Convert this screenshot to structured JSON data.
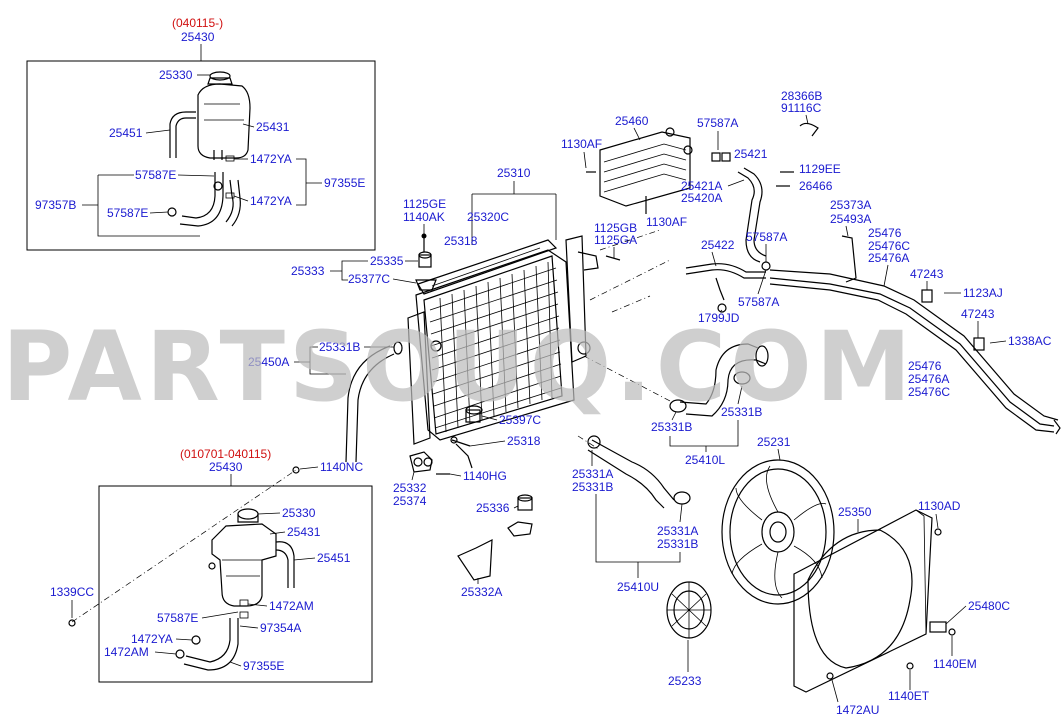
{
  "watermark": "PARTSOUQ.COM",
  "groups": {
    "top_range": "(040115-)",
    "top_code": "25430",
    "bottom_range": "(010701-040115)",
    "bottom_code": "25430"
  },
  "labels": {
    "t_25330": "25330",
    "t_25451": "25451",
    "t_25431": "25431",
    "t_57587E_a": "57587E",
    "t_1472YA_a": "1472YA",
    "t_97355E_top": "97355E",
    "t_97357B": "97357B",
    "t_57587E_b": "57587E",
    "t_1472YA_b": "1472YA",
    "l_25333": "25333",
    "l_25335": "25335",
    "l_25377C": "25377C",
    "l_1125GE": "1125GE",
    "l_1140AK": "1140AK",
    "l_25310": "25310",
    "l_25320C": "25320C",
    "l_25318_top": "25318",
    "l_1125GB": "1125GB",
    "l_1125GA": "1125GA",
    "l_1130AF_a": "1130AF",
    "l_25460": "25460",
    "l_1130AF_b": "1130AF",
    "l_57587A_a": "57587A",
    "l_25421": "25421",
    "l_25421A": "25421A",
    "l_25420A": "25420A",
    "l_28366B": "28366B",
    "l_91116C": "91116C",
    "l_1129EE": "1129EE",
    "l_26466": "26466",
    "l_25373A": "25373A",
    "l_25493A": "25493A",
    "l_25476_a": "25476",
    "l_25476C_a": "25476C",
    "l_25476A_a": "25476A",
    "l_47243_a": "47243",
    "l_1123AJ": "1123AJ",
    "l_47243_b": "47243",
    "l_1338AC": "1338AC",
    "l_25476_b": "25476",
    "l_25476A_b": "25476A",
    "l_25476C_b": "25476C",
    "l_25422": "25422",
    "l_57587A_b": "57587A",
    "l_1799JD": "1799JD",
    "l_57587A_c": "57587A",
    "l_25331B_a": "25331B",
    "l_25450A": "25450A",
    "l_25397C": "25397C",
    "l_25318_mid": "25318",
    "l_1140HG": "1140HG",
    "l_25332": "25332",
    "l_25374": "25374",
    "l_25331B_b": "25331B",
    "l_25331B_c": "25331B",
    "l_25410L": "25410L",
    "l_25231": "25231",
    "l_25331A_a": "25331A",
    "l_25331B_d": "25331B",
    "l_25336": "25336",
    "l_25332A": "25332A",
    "l_25331A_b": "25331A",
    "l_25331B_e": "25331B",
    "l_25410U": "25410U",
    "l_25233": "25233",
    "l_25350": "25350",
    "l_1130AD": "1130AD",
    "l_25480C": "25480C",
    "l_1140EM": "1140EM",
    "l_1140ET": "1140ET",
    "l_1472AU": "1472AU",
    "b_1140NC": "1140NC",
    "b_25330": "25330",
    "b_25431": "25431",
    "b_25451": "25451",
    "b_1339CC": "1339CC",
    "b_57587E": "57587E",
    "b_1472AM_a": "1472AM",
    "b_97354A": "97354A",
    "b_1472YA": "1472YA",
    "b_1472AM_b": "1472AM",
    "b_97355E": "97355E"
  }
}
